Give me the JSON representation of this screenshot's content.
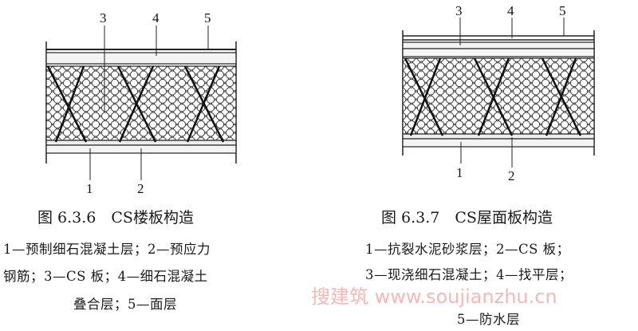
{
  "figures": [
    {
      "callouts_top": [
        "3",
        "4",
        "5"
      ],
      "callouts_bottom": [
        "1",
        "2"
      ],
      "caption": "图 6.3.6　CS楼板构造",
      "legend_lines": [
        "1—预制细石混凝土层；2—预应力",
        "钢筋；3—CS 板；4—细石混凝土",
        "叠合层；5—面层"
      ]
    },
    {
      "callouts_top": [
        "3",
        "4",
        "5"
      ],
      "callouts_bottom": [
        "1",
        "2"
      ],
      "caption": "图 6.3.7　CS屋面板构造",
      "legend_lines": [
        "1—抗裂水泥砂浆层；2—CS 板；",
        "3—现浇细石混凝土；4—找平层；",
        "5—防水层"
      ]
    }
  ],
  "watermark": "搜建筑 www.soujianzhu.cn"
}
